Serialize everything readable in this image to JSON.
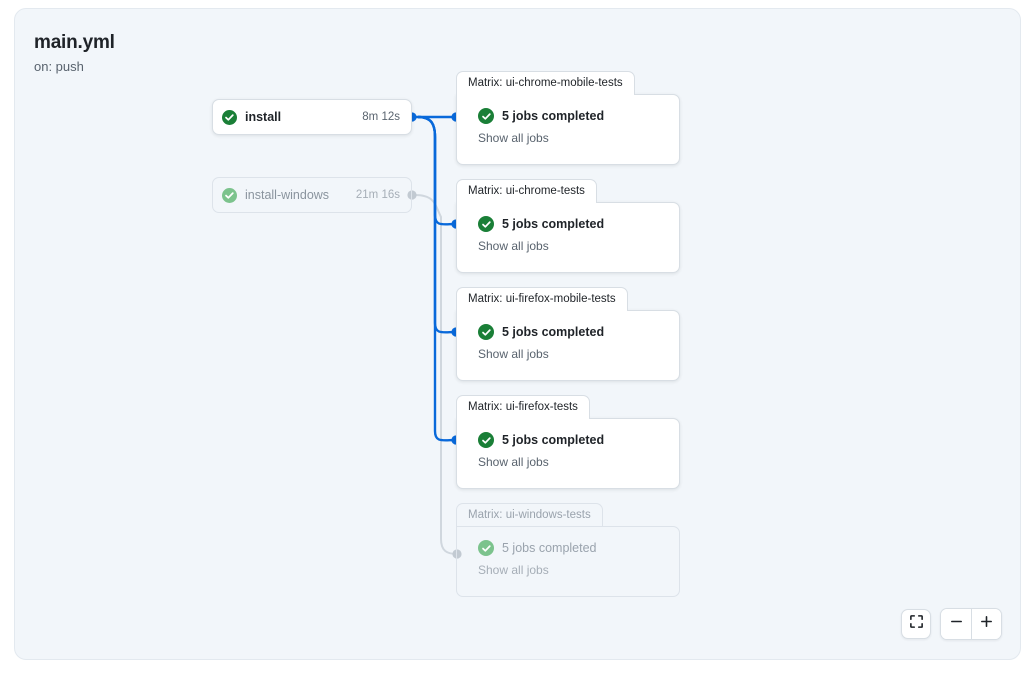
{
  "workflow": {
    "title": "main.yml",
    "trigger": "on: push"
  },
  "jobs": [
    {
      "name": "install",
      "duration": "8m 12s",
      "status_icon": "check-circle-icon",
      "state": "active"
    },
    {
      "name": "install-windows",
      "duration": "21m 16s",
      "status_icon": "check-circle-icon",
      "state": "dimmed"
    }
  ],
  "matrix_groups": [
    {
      "label": "Matrix: ui-chrome-mobile-tests",
      "summary": "5 jobs completed",
      "link": "Show all jobs",
      "status_icon": "check-circle-icon",
      "state": "active"
    },
    {
      "label": "Matrix: ui-chrome-tests",
      "summary": "5 jobs completed",
      "link": "Show all jobs",
      "status_icon": "check-circle-icon",
      "state": "active"
    },
    {
      "label": "Matrix: ui-firefox-mobile-tests",
      "summary": "5 jobs completed",
      "link": "Show all jobs",
      "status_icon": "check-circle-icon",
      "state": "active"
    },
    {
      "label": "Matrix: ui-firefox-tests",
      "summary": "5 jobs completed",
      "link": "Show all jobs",
      "status_icon": "check-circle-icon",
      "state": "active"
    },
    {
      "label": "Matrix: ui-windows-tests",
      "summary": "5 jobs completed",
      "link": "Show all jobs",
      "status_icon": "check-circle-icon",
      "state": "dimmed"
    }
  ],
  "controls": {
    "fit_icon": "fit-screen-icon",
    "zoom_out_icon": "minus-icon",
    "zoom_in_icon": "plus-icon"
  },
  "colors": {
    "edge_active": "#0969da",
    "edge_dimmed": "#d0d7de",
    "status_success": "#1a7f37",
    "status_success_faded": "#7cc38d",
    "canvas_bg": "#f2f6fa"
  }
}
